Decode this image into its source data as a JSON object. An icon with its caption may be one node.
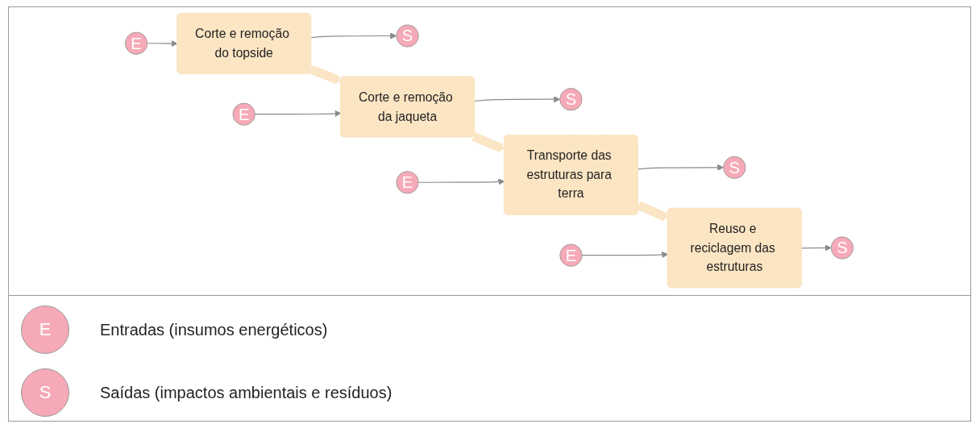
{
  "diagram": {
    "nodes": [
      {
        "text": [
          "E"
        ]
      },
      {
        "text": [
          "S"
        ]
      },
      {
        "text": [
          "Corte e remoção do topside"
        ]
      },
      {
        "text": [
          "E"
        ]
      },
      {
        "text": [
          "S"
        ]
      },
      {
        "text": [
          "Corte e remoção da jaqueta"
        ]
      },
      {
        "text": [
          "E"
        ]
      },
      {
        "text": [
          "S"
        ]
      },
      {
        "text": [
          "Transporte das estruturas para terra"
        ]
      },
      {
        "text": [
          "E"
        ]
      },
      {
        "text": [
          "S"
        ]
      },
      {
        "text": [
          "Reuso e reciclagem das estruturas"
        ]
      }
    ],
    "edges": [
      {
        "from": 0,
        "to": 2,
        "arrow": "to"
      },
      {
        "from": 2,
        "to": 1,
        "arrow": "to"
      },
      {
        "from": 2,
        "to": 5,
        "arrow": "to",
        "style": "thick",
        "color": "#fae5c4"
      },
      {
        "from": 3,
        "to": 5,
        "arrow": "to"
      },
      {
        "from": 5,
        "to": 4,
        "arrow": "to"
      },
      {
        "from": 5,
        "to": 8,
        "arrow": "to",
        "style": "thick",
        "color": "#fae5c4"
      },
      {
        "from": 6,
        "to": 8,
        "arrow": "to"
      },
      {
        "from": 8,
        "to": 7,
        "arrow": "to"
      },
      {
        "from": 8,
        "to": 11,
        "arrow": "to",
        "style": "thick",
        "color": "#fae5c4"
      },
      {
        "from": 9,
        "to": 11,
        "arrow": "to"
      },
      {
        "from": 11,
        "to": 10,
        "arrow": "to"
      }
    ],
    "labels": [
      "E",
      "S"
    ],
    "legend": [
      {
        "text": "Entradas (insumos energéticos)"
      },
      {
        "text": "Saídas (impactos ambientais e resíduos)"
      }
    ]
  }
}
